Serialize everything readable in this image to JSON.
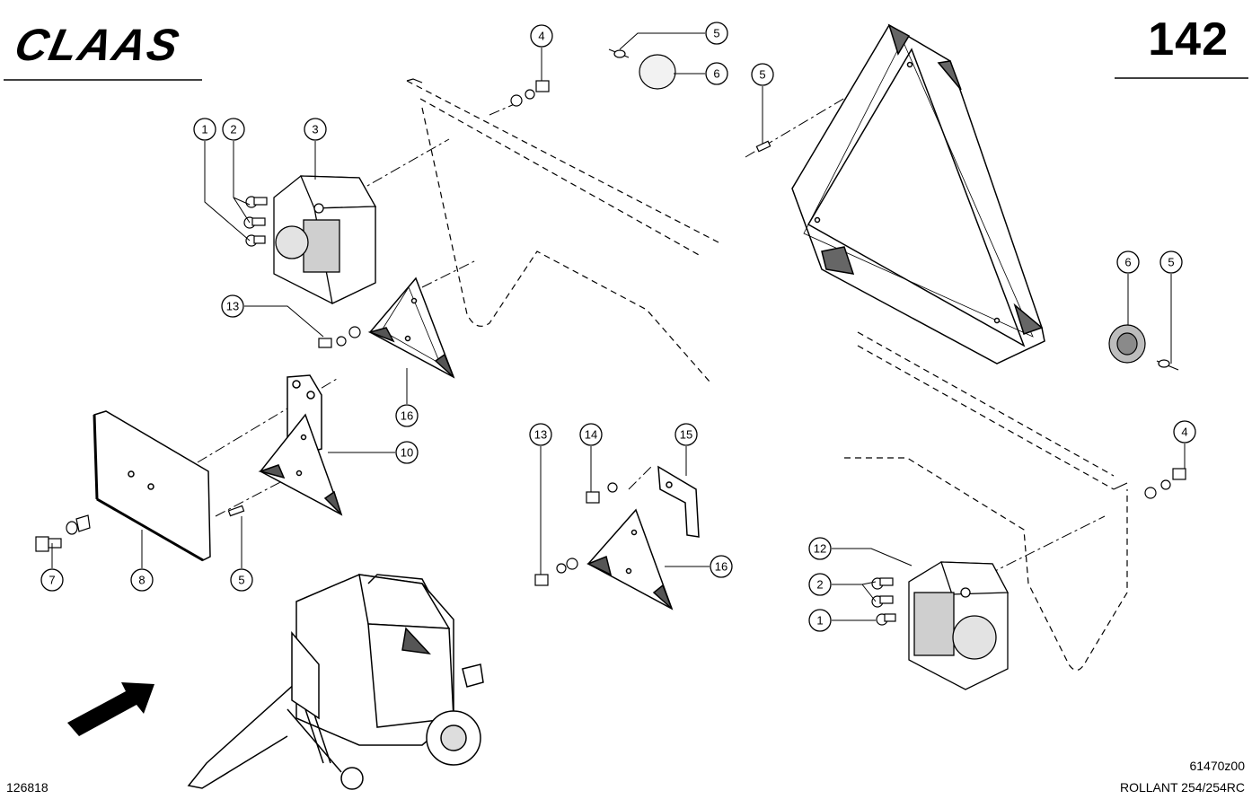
{
  "header": {
    "brand": "CLAAS",
    "page_number": "142"
  },
  "footer": {
    "sheet_code": "126818",
    "drawing_code": "61470z00",
    "model": "ROLLANT 254/254RC"
  },
  "callouts": [
    "1",
    "2",
    "3",
    "2",
    "1",
    "13",
    "16",
    "10",
    "7",
    "8",
    "5",
    "4",
    "5",
    "6",
    "5",
    "13",
    "14",
    "15",
    "16",
    "6",
    "5",
    "4",
    "12",
    "2",
    "1"
  ],
  "colors": {
    "ink": "#000000",
    "paper": "#ffffff"
  },
  "icons": [
    "direction-arrow-icon"
  ]
}
